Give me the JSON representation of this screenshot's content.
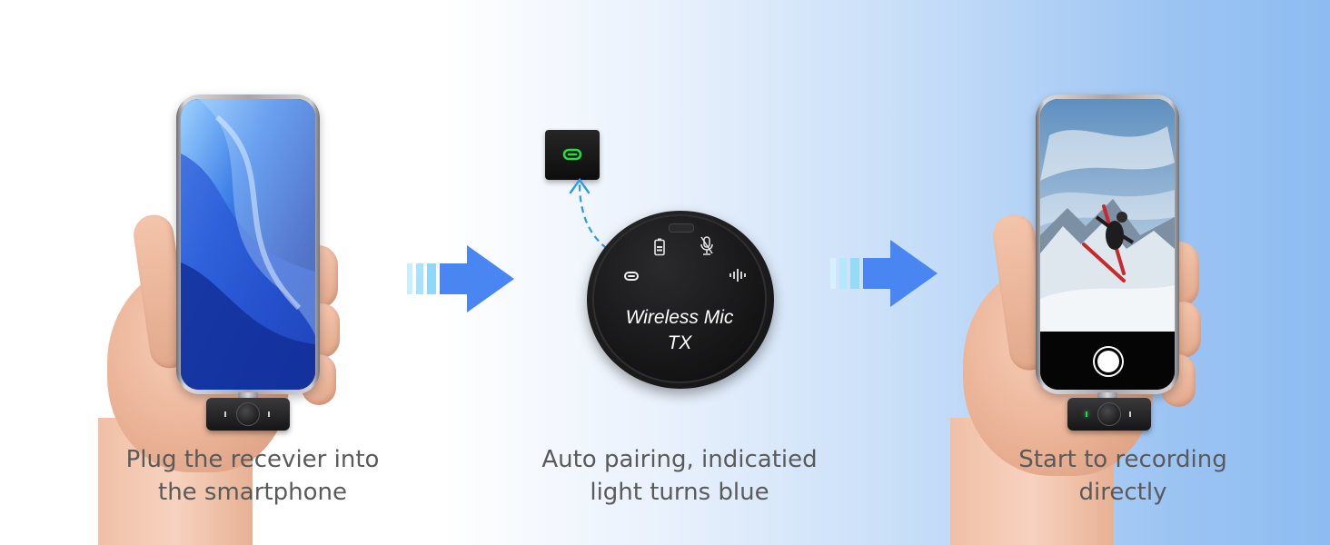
{
  "steps": [
    {
      "caption_line1": "Plug the recevier into",
      "caption_line2": "the smartphone"
    },
    {
      "caption_line1": "Auto pairing, indicatied",
      "caption_line2": "light turns blue"
    },
    {
      "caption_line1": "Start to recording",
      "caption_line2": "directly"
    }
  ],
  "transmitter": {
    "label_line1": "Wireless Mic",
    "label_line2": "TX",
    "icons": [
      "link-icon",
      "battery-icon",
      "mute-mic-icon",
      "audio-wave-icon"
    ]
  },
  "pairing_indicator": {
    "icon": "link-icon",
    "color": "#22e03a"
  },
  "colors": {
    "arrow": "#4a86f2",
    "arrow_light": "#8fd8f7",
    "accent_link": "#2e9be8"
  }
}
